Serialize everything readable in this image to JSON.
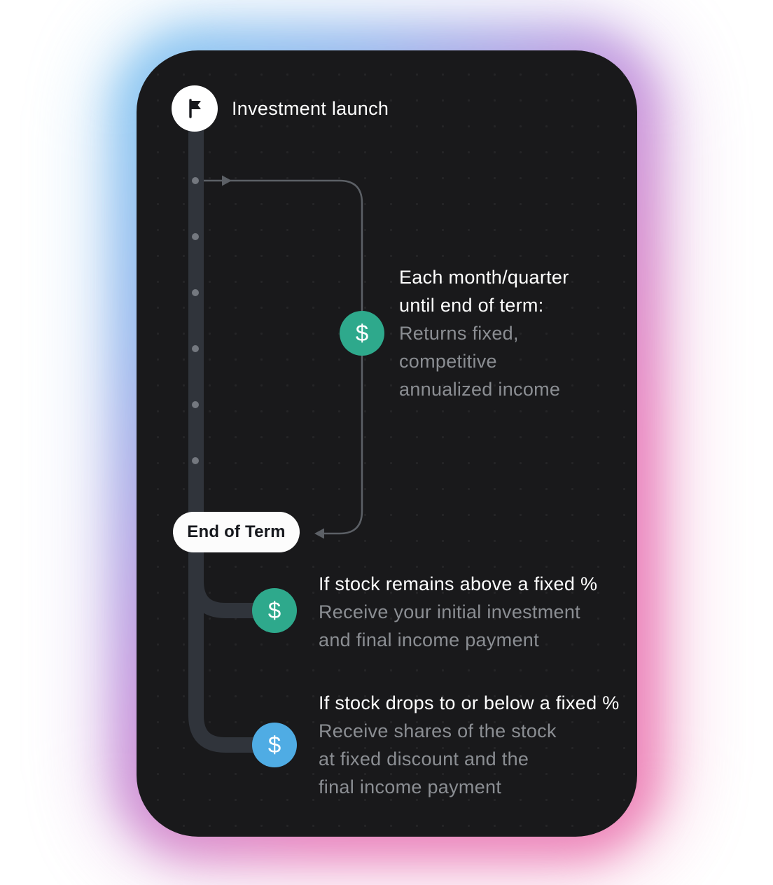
{
  "header": {
    "title": "Investment launch"
  },
  "symbols": {
    "dollar": "$"
  },
  "monthly": {
    "title_lines": [
      "Each month/quarter",
      "until end of term:"
    ],
    "body_lines": [
      "Returns fixed,",
      "competitive",
      "annualized income"
    ]
  },
  "end_of_term": {
    "label": "End of Term"
  },
  "outcome_above": {
    "title": "If stock remains above a fixed %",
    "body_lines": [
      "Receive your initial investment",
      "and final income payment"
    ]
  },
  "outcome_below": {
    "title": "If stock drops to or below a fixed %",
    "body_lines": [
      "Receive shares of the stock",
      "at fixed discount and the",
      "final income payment"
    ]
  },
  "colors": {
    "teal_accent": "#2EA98C",
    "blue_accent": "#4FACE4",
    "card_background": "#19191B",
    "muted_text": "#8B8E93",
    "white_text": "#FFFFFF"
  }
}
